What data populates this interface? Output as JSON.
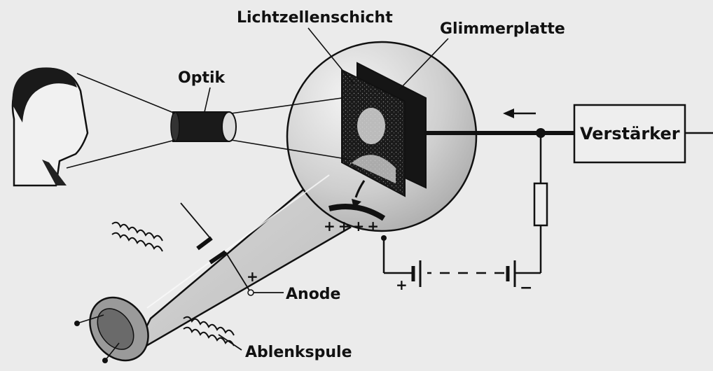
{
  "labels": {
    "lichtzellenschicht": "Lichtzellenschicht",
    "glimmerplatte": "Glimmerplatte",
    "optik": "Optik",
    "verstaerker": "Verstärker",
    "anode": "Anode",
    "ablenkspule": "Ablenkspule"
  },
  "symbols": {
    "plus_signs": "++++",
    "anode_plus": "+",
    "battery_plus": "+",
    "battery_minus": "−",
    "arrow_left": "←"
  },
  "colors": {
    "ink": "#111111",
    "paper": "#ebebeb",
    "glass": "#c9c9c9"
  }
}
